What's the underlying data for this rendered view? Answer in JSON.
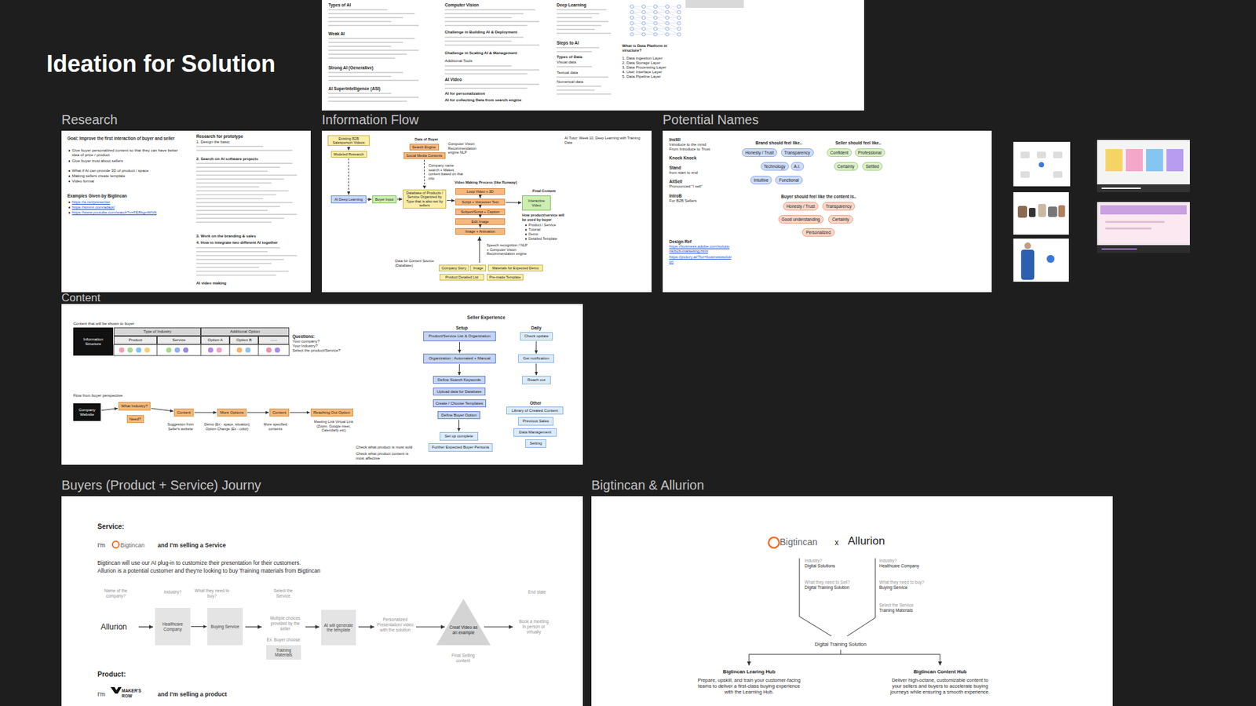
{
  "diagram": {
    "title": "Ideation for Solution",
    "nodes": [
      {
        "text": [
          "Types of AI",
          "Weak AI",
          "Strong AI (Generative)",
          "AI Superintelligence (ASI)",
          "Computer Vision",
          "Challenge in Building AI & Deployment",
          "Challenge in Scaling AI & Management",
          "Additional Tools",
          "AI Video",
          "AI for personalization",
          "AI for collecting Data from search engine",
          "Deep Learning",
          "Steps to AI",
          "Types of Data",
          "Visual data",
          "Textual data",
          "Numerical data",
          "What is Data Platform in structure?",
          "1. Data ingestion Layer",
          "2. Data Storage Layer",
          "3. Data Processing Layer",
          "4. User Interface Layer",
          "5. Data Pipeline Layer"
        ]
      },
      {
        "text": [
          "Research",
          "Goal: Improve the first interaction of buyer and seller",
          "Give buyer personalized content so that they can have better idea of price / product",
          "Give buyer trust about sellers",
          "What if AI can provide 3D of product / space",
          "Making sellers create template",
          "Video format",
          "Examples Given by Bigtincan",
          "https://a.net/presenter",
          "https://simmr.com/adapt/",
          "https://www.youtube.com/watch?v=FE8bgnWiVA",
          "Research for prototype",
          "1. Design the basic",
          "2. Search on AI software projects",
          "3. Work on the branding & sales",
          "4. How to integrate two different AI together",
          "AI video making"
        ]
      },
      {
        "text": [
          "Information Flow",
          "AI Tutor: Week 10, Deep Learning with Training Data",
          "Data of Buyer",
          "Computer Vision Recommendation engine NLP",
          "Company name search + Makes content based on that info",
          "Video Making Process (like Runway)",
          "Final Content",
          "How product/service will be used by buyer",
          "Product / Service",
          "Tutorial",
          "Demo",
          "Detailed Template",
          "Speech recognition / NLP + Computer Vision Recommendation engine",
          "Data for Content Source (Database)"
        ]
      },
      {
        "text": [
          "Existing B2B Salesperson Videos"
        ],
        "in": 2
      },
      {
        "text": [
          "Modeled Research"
        ],
        "in": 2
      },
      {
        "text": [
          "AI Deep Learning"
        ],
        "in": 2
      },
      {
        "text": [
          "Buyer Input"
        ],
        "in": 2
      },
      {
        "text": [
          "Search Engine"
        ],
        "in": 2
      },
      {
        "text": [
          "Social Media Contents"
        ],
        "in": 2
      },
      {
        "text": [
          "Database of Products / Service Organized by Type that is also set by sellers"
        ],
        "in": 2
      },
      {
        "text": [
          "Loop Video + 3D"
        ],
        "in": 2
      },
      {
        "text": [
          "Script + Voiceover Text"
        ],
        "in": 2
      },
      {
        "text": [
          "Subject/Script + Caption"
        ],
        "in": 2
      },
      {
        "text": [
          "Edit Image"
        ],
        "in": 2
      },
      {
        "text": [
          "Image + Animation"
        ],
        "in": 2
      },
      {
        "text": [
          "Interactive Video"
        ],
        "in": 2
      },
      {
        "text": [
          "Company Story"
        ],
        "in": 2
      },
      {
        "text": [
          "Image"
        ],
        "in": 2
      },
      {
        "text": [
          "Materials for Expected Demo"
        ],
        "in": 2
      },
      {
        "text": [
          "Product Detailed List"
        ],
        "in": 2
      },
      {
        "text": [
          "Pre-made Template"
        ],
        "in": 2
      },
      {
        "text": [
          "Potential Names",
          "Instill",
          "Introduce to the mind",
          "From Introduce to Trust",
          "Knock Knock",
          "Stand",
          "from start to end",
          "AllSell",
          "Pronounced \"I sell\"",
          "IntroB",
          "For B2B Sellers",
          "Design Ref",
          "https://business.adobe.com/solutions/b2b-marketing.html",
          "https://pictory.ai/?for=businesssolution",
          "Brand should feel like..",
          "Seller should feel like..",
          "Buyer should feel like the content is.."
        ]
      },
      {
        "text": [
          "Honesty / Trust"
        ],
        "in": 21
      },
      {
        "text": [
          "Transparency"
        ],
        "in": 21
      },
      {
        "text": [
          "Technology"
        ],
        "in": 21
      },
      {
        "text": [
          "A.I."
        ],
        "in": 21
      },
      {
        "text": [
          "Intuitive"
        ],
        "in": 21
      },
      {
        "text": [
          "Functional"
        ],
        "in": 21
      },
      {
        "text": [
          "Confident"
        ],
        "in": 21
      },
      {
        "text": [
          "Professional"
        ],
        "in": 21
      },
      {
        "text": [
          "Certainty"
        ],
        "in": 21
      },
      {
        "text": [
          "Settled"
        ],
        "in": 21
      },
      {
        "text": [
          "Honesty / Trust"
        ],
        "in": 21
      },
      {
        "text": [
          "Transparency"
        ],
        "in": 21
      },
      {
        "text": [
          "Good understanding"
        ],
        "in": 21
      },
      {
        "text": [
          "Certainty"
        ],
        "in": 21
      },
      {
        "text": [
          "Personalized"
        ],
        "in": 21
      },
      {
        "text": [
          "Content",
          "Content that will be shown to buyer",
          "Questions:",
          "Your company?",
          "Your Industry?",
          "Select the product/Service?",
          "Flow from buyer perspective",
          "Suggestion from Seller's website",
          "Demo (Ex - space, situation) Option Change (Ex - color)",
          "More specified contents",
          "Meeting Link Virtual Link (Zoom, Google meet, Calendarly etc)",
          "Check what product is most sold",
          "Check what product content is most affective",
          "Seller Experience",
          "Setup",
          "Daily",
          "Other"
        ]
      },
      {
        "text": [
          "Information Structure"
        ],
        "in": 37
      },
      {
        "text": [
          "Type of Industry"
        ],
        "in": 37
      },
      {
        "text": [
          "Additional Option"
        ],
        "in": 37
      },
      {
        "text": [
          "Product"
        ],
        "in": 37
      },
      {
        "text": [
          "Service"
        ],
        "in": 37
      },
      {
        "text": [
          "Option A"
        ],
        "in": 37
      },
      {
        "text": [
          "Option B"
        ],
        "in": 37
      },
      {
        "text": [
          "-----"
        ],
        "in": 37
      },
      {
        "text": [
          "Company Website"
        ],
        "in": 37
      },
      {
        "text": [
          "What Industry?"
        ],
        "in": 37
      },
      {
        "text": [
          "Need?"
        ],
        "in": 37
      },
      {
        "text": [
          "Content"
        ],
        "in": 37
      },
      {
        "text": [
          "More Options"
        ],
        "in": 37
      },
      {
        "text": [
          "Content"
        ],
        "in": 37
      },
      {
        "text": [
          "Reaching Out Option"
        ],
        "in": 37
      },
      {
        "text": [
          "Product/Service List & Organization"
        ],
        "in": 37
      },
      {
        "text": [
          "Organization : Automated + Manual"
        ],
        "in": 37
      },
      {
        "text": [
          "Define Search Keywords"
        ],
        "in": 37
      },
      {
        "text": [
          "Upload data for Database"
        ],
        "in": 37
      },
      {
        "text": [
          "Create / Choose Templates"
        ],
        "in": 37
      },
      {
        "text": [
          "Define Buyer Option"
        ],
        "in": 37
      },
      {
        "text": [
          "Set up complete"
        ],
        "in": 37
      },
      {
        "text": [
          "Further Expected Buyer Persona"
        ],
        "in": 37
      },
      {
        "text": [
          "Check update"
        ],
        "in": 37
      },
      {
        "text": [
          "Get notification"
        ],
        "in": 37
      },
      {
        "text": [
          "Reach out"
        ],
        "in": 37
      },
      {
        "text": [
          "Library of Created Content"
        ],
        "in": 37
      },
      {
        "text": [
          "Previous Sales"
        ],
        "in": 37
      },
      {
        "text": [
          "Data Management"
        ],
        "in": 37
      },
      {
        "text": [
          "Setting"
        ],
        "in": 37
      },
      {
        "text": [
          "Buyers (Product + Service) Journy",
          "Service:",
          "I'm",
          "Bigtincan",
          "and I'm selling a Service",
          "Bigtincan will use our AI plug-in to customize their presentation for their customers.",
          "Allurion is a potential customer and they're looking to buy Training materials from Bigtincan",
          "Name of the company?",
          "Industry?",
          "What they need to buy?",
          "Select the Service",
          "End state",
          "Allurion",
          "Multiple choices provided by the seller",
          "Ex. Buyer choose:",
          "Personalized Presentation/ video with the solution",
          "Final Selling content",
          "Book a meeting in person or virtually",
          "Product:",
          "I'm",
          "MAKER'S ROW",
          "and I'm selling a product"
        ]
      },
      {
        "text": [
          "Healthcare Company"
        ],
        "in": 68
      },
      {
        "text": [
          "Buying Service"
        ],
        "in": 68
      },
      {
        "text": [
          "Training Materials"
        ],
        "in": 68
      },
      {
        "text": [
          "AI will generate the template"
        ],
        "in": 68
      },
      {
        "text": [
          "Creat Video as an example"
        ],
        "in": 68
      },
      {
        "text": [
          "Bigtincan & Allurion",
          "Bigtincan",
          "x",
          "Allurion",
          "Industry?",
          "Digital Solutions",
          "What they need to Sell?",
          "Digital Training Solution",
          "Industry?",
          "Healthcare Company",
          "What they need to buy?",
          "Buying Service",
          "Select the Service",
          "Training Materials",
          "Digital Training Solution",
          "Bigtincan Learing Hub",
          "Prepare, upskill, and train your customer-facing teams to deliver a first-class buying experience with the Learning Hub.",
          "Bigtincan Content Hub",
          "Deliver high-octane, customizable content to your sellers and buyers to accelerate buying journeys while ensuring a smooth experience."
        ]
      }
    ],
    "edges": [
      {
        "from": 3,
        "to": 4,
        "arrow": "to"
      },
      {
        "from": 4,
        "to": 5,
        "arrow": "to"
      },
      {
        "from": 5,
        "to": 6,
        "arrow": "to"
      },
      {
        "from": 6,
        "to": 9,
        "arrow": "to"
      },
      {
        "from": 8,
        "to": 9,
        "arrow": "to"
      },
      {
        "from": 9,
        "to": 11,
        "arrow": "to"
      },
      {
        "from": 10,
        "to": 11,
        "arrow": "to"
      },
      {
        "from": 11,
        "to": 12,
        "arrow": "to"
      },
      {
        "from": 12,
        "to": 13,
        "arrow": "to"
      },
      {
        "from": 13,
        "to": 14,
        "arrow": "to"
      },
      {
        "from": 11,
        "to": 15,
        "arrow": "to"
      },
      {
        "from": 46,
        "to": 47,
        "arrow": "to"
      },
      {
        "from": 47,
        "to": 49,
        "arrow": "to"
      },
      {
        "from": 49,
        "to": 50,
        "arrow": "to"
      },
      {
        "from": 50,
        "to": 51,
        "arrow": "to"
      },
      {
        "from": 51,
        "to": 52,
        "arrow": "to"
      },
      {
        "from": 53,
        "to": 54,
        "arrow": "to"
      },
      {
        "from": 54,
        "to": 55,
        "arrow": "to"
      },
      {
        "from": 58,
        "to": 59,
        "arrow": "to"
      },
      {
        "from": 61,
        "to": 62,
        "arrow": "to"
      },
      {
        "from": 62,
        "to": 63,
        "arrow": "to"
      },
      {
        "from": 69,
        "to": 70,
        "arrow": "to"
      }
    ]
  }
}
